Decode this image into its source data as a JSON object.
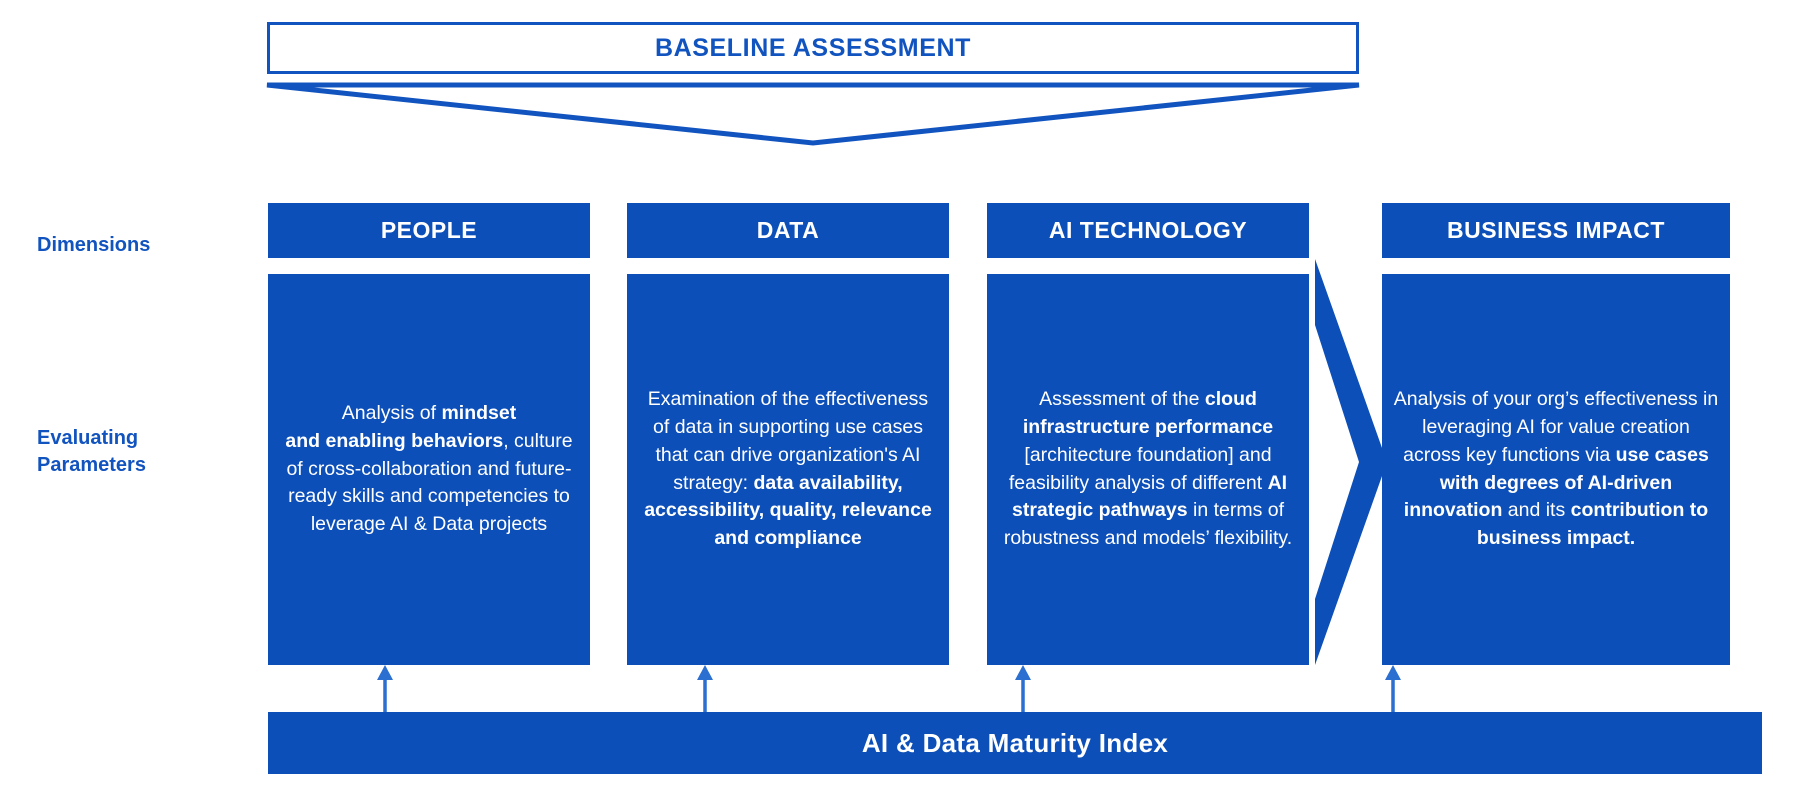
{
  "colors": {
    "brand_blue": "#0d4fb8",
    "outline_blue": "#1254bf",
    "text_white": "#ffffff",
    "background": "#ffffff"
  },
  "header": {
    "title": "BASELINE ASSESSMENT"
  },
  "axis_labels": {
    "dimensions": "Dimensions",
    "evaluating_parameters_line1": "Evaluating",
    "evaluating_parameters_line2": "Parameters"
  },
  "columns": [
    {
      "id": "people",
      "header": "PEOPLE",
      "body_html": "Analysis of <b>mindset<br>and enabling behaviors</b>, culture of cross-collaboration and future-ready skills and competencies to leverage AI &amp; Data projects",
      "body_plain": "Analysis of mindset and enabling behaviors, culture of cross-collaboration and future-ready skills and competencies to leverage AI & Data projects"
    },
    {
      "id": "data",
      "header": "DATA",
      "body_html": "Examination of the effectiveness of data in supporting use cases that can drive organization's AI strategy: <b>data availability, accessibility, quality, relevance and compliance</b>",
      "body_plain": "Examination of the effectiveness of data in supporting use cases that can drive organization's AI strategy: data availability, accessibility, quality, relevance and compliance"
    },
    {
      "id": "ai-technology",
      "header": "AI TECHNOLOGY",
      "body_html": "Assessment of the <b>cloud infrastructure performance</b> [architecture foundation] and feasibility analysis of different <b>AI strategic pathways</b> in terms of robustness and models&rsquo; flexibility.",
      "body_plain": "Assessment of the cloud infrastructure performance [architecture foundation] and feasibility analysis of different AI strategic pathways in terms of robustness and models’ flexibility."
    },
    {
      "id": "business-impact",
      "header": "BUSINESS IMPACT",
      "body_html": "Analysis of your org&rsquo;s effectiveness in leveraging AI for value creation across key functions via <b>use cases with degrees of AI-driven innovation</b> and its <b>contribution to business impact.</b>",
      "body_plain": "Analysis of your org’s effectiveness in leveraging AI for value creation across key functions via use cases with degrees of AI-driven innovation and its contribution to business impact."
    }
  ],
  "footer": {
    "label": "AI & Data Maturity Index"
  }
}
